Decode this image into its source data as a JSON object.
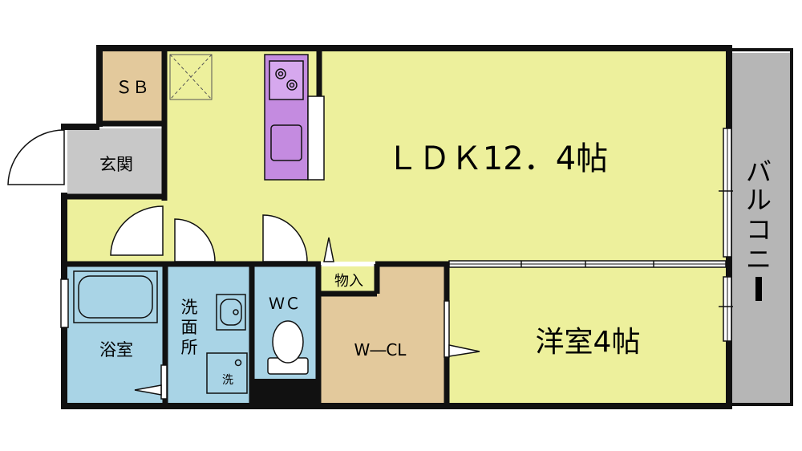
{
  "rooms": {
    "ldk": "ＬＤＫ12．4帖",
    "western": "洋室4帖",
    "wcl": "W―CL",
    "storage": "物入",
    "sb": "ＳＢ",
    "entrance": "玄関",
    "bath": "浴室",
    "washroom": [
      "洗",
      "面",
      "所"
    ],
    "washer": "洗",
    "wc": "ＷＣ",
    "balcony": [
      "バ",
      "ル",
      "コ",
      "ニ",
      "ー"
    ]
  },
  "colors": {
    "ldk": "#edf09c",
    "western": "#edf09c",
    "wcl": "#e3c99c",
    "sb": "#e3c99c",
    "entrance": "#c8c8c8",
    "bath": "#a9d4e6",
    "wc": "#a9d4e6",
    "kitchen": "#c48be0",
    "balcony": "#b6b6b6",
    "wall": "#111111"
  },
  "icons": [
    "stove-icon",
    "sink-icon",
    "bathtub-icon",
    "basin-icon",
    "toilet-icon",
    "washer-pan-icon",
    "door-swing-icon"
  ]
}
